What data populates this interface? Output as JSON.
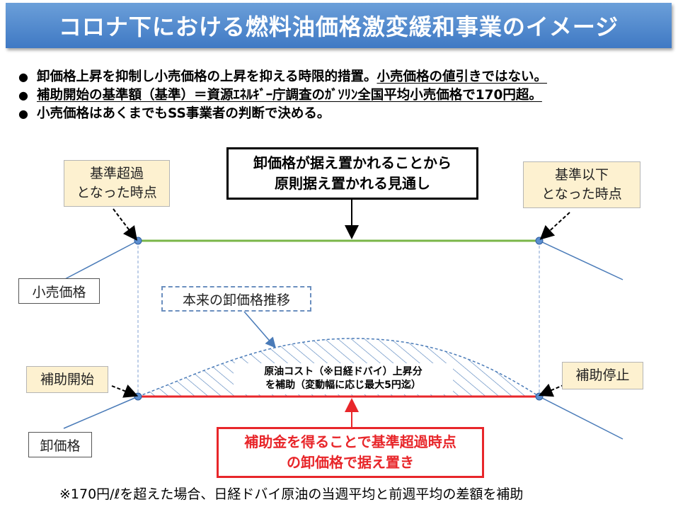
{
  "title": "コロナ下における燃料油価格激変緩和事業のイメージ",
  "bullets": [
    {
      "main": "卸価格上昇を抑制し小売価格の上昇を抑える時限的措置。",
      "emph": "小売価格の値引きではない。"
    },
    {
      "main": "補助開始の基準額（基準）＝資源ｴﾈﾙｷﾞｰ庁調査のｶﾞｿﾘﾝ全国平均小売価格で170円超。",
      "emph": ""
    },
    {
      "main": "小売価格はあくまでもSS事業者の判断で決める。",
      "emph": ""
    }
  ],
  "labels": {
    "above_threshold": "基準超過\nとなった時点",
    "below_threshold": "基準以下\nとなった時点",
    "retail_price": "小売価格",
    "subsidy_start": "補助開始",
    "subsidy_stop": "補助停止",
    "wholesale_price": "卸価格",
    "original_trend": "本来の卸価格推移",
    "top_callout": "卸価格が据え置かれることから\n原則据え置かれる見通し",
    "shaded_area": "原油コスト（※日経ドバイ）上昇分\nを補助（変動幅に応じ最大5円迄）",
    "bottom_callout": "補助金を得ることで基準超過時点\nの卸価格で据え置き"
  },
  "footnote": "※170円/ℓを超えた場合、日経ドバイ原油の当週平均と前週平均の差額を補助",
  "colors": {
    "title_bg": "#4a86cf",
    "retail_line": "#7ab648",
    "wholesale_line": "#e8262a",
    "trend_line": "#4a7bb8",
    "callout_red": "#e8262a",
    "box_fill": "#fdf1d0"
  }
}
